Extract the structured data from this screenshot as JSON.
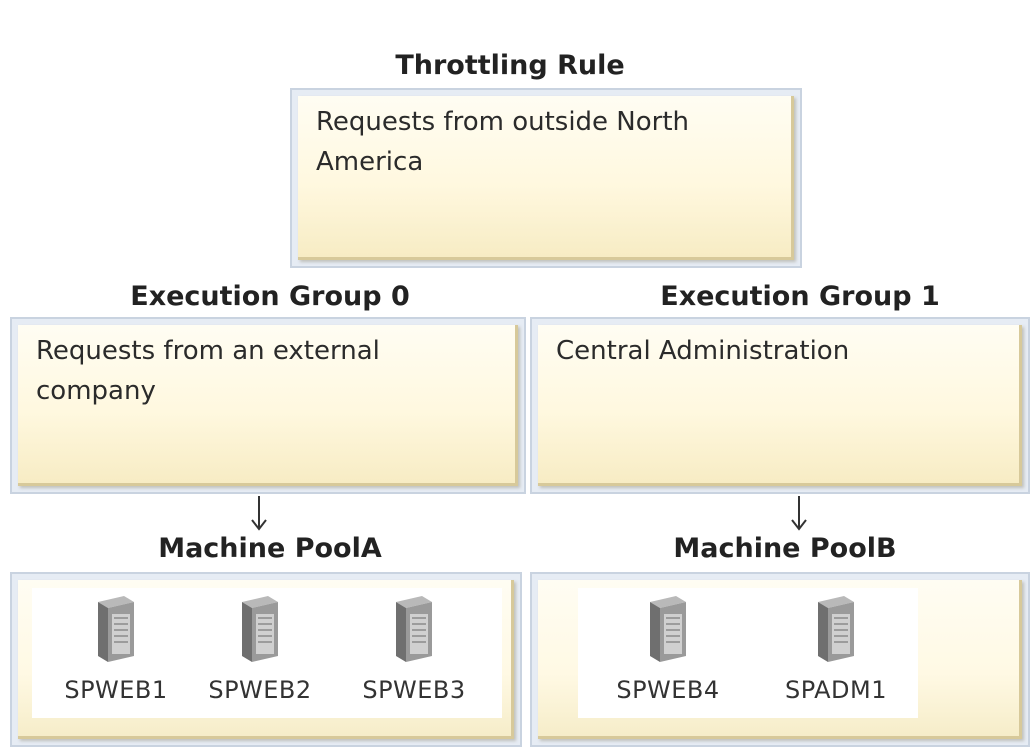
{
  "throttling_rule": {
    "title": "Throttling Rule",
    "text": "Requests from outside North America"
  },
  "groups": [
    {
      "title": "Execution Group 0",
      "text": "Requests from an external company"
    },
    {
      "title": "Execution Group 1",
      "text": "Central Administration"
    }
  ],
  "pools": [
    {
      "title": "Machine PoolA",
      "servers": [
        "SPWEB1",
        "SPWEB2",
        "SPWEB3"
      ]
    },
    {
      "title": "Machine PoolB",
      "servers": [
        "SPWEB4",
        "SPADM1"
      ]
    }
  ],
  "icons": {
    "server": "server-icon",
    "arrow": "arrow-down-icon"
  },
  "colors": {
    "box_fill": "#fff8df",
    "box_border": "#c9d3e0",
    "text": "#222222"
  }
}
